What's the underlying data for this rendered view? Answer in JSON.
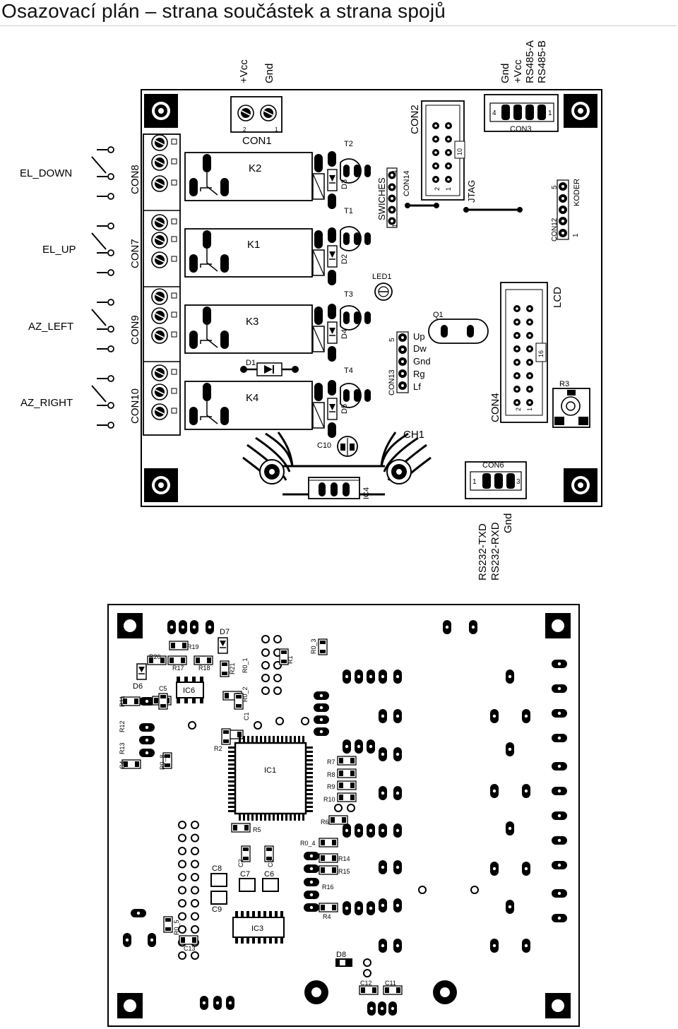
{
  "title": "Osazovací plán – strana součástek a strana spojů",
  "colors": {
    "ink": "#000000",
    "paper": "#ffffff",
    "rule": "#cfcfcf"
  },
  "top": {
    "power": [
      "+Vcc",
      "Gnd"
    ],
    "rs485": [
      "Gnd",
      "+Vcc",
      "RS485-A",
      "RS485-B"
    ],
    "rs232": [
      "RS232-TXD",
      "RS232-RXD",
      "Gnd"
    ],
    "switches": [
      "EL_DOWN",
      "EL_UP",
      "AZ_LEFT",
      "AZ_RIGHT"
    ],
    "cons": [
      "CON8",
      "CON7",
      "CON9",
      "CON10"
    ],
    "relays": [
      "K2",
      "K1",
      "K3",
      "K4"
    ],
    "diodes": [
      "D3",
      "D2",
      "D4",
      "D5"
    ],
    "transistors": [
      "T2",
      "T1",
      "T3",
      "T4"
    ],
    "labels": {
      "con1": "CON1",
      "con2": "CON2",
      "con3": "CON3",
      "con4": "CON4",
      "con6": "CON6",
      "con12": "CON12",
      "con13": "CON13",
      "con14": "CON14",
      "swiches": "SWICHES",
      "jtag": "JTAG",
      "koder": "KODER",
      "lcd": "LCD",
      "led1": "LED1",
      "q1": "Q1",
      "d1": "D1",
      "r3": "R3",
      "ch1": "CH1",
      "c10": "C10",
      "ic4": "IC4"
    },
    "con13_pins": [
      "Up",
      "Dw",
      "Gnd",
      "Rg",
      "Lf"
    ],
    "pin_nums": {
      "one": "1",
      "two": "2",
      "three": "3",
      "four": "4",
      "five": "5",
      "ten": "10",
      "sixteen": "16"
    }
  },
  "bottom": {
    "labels": {
      "d7": "D7",
      "d6": "D6",
      "d8": "D8",
      "r19": "R19",
      "r20": "R20",
      "r17": "R17",
      "r18": "R18",
      "r21": "R21",
      "r0_1": "R0_1",
      "r0_2": "R0_2",
      "r0_3": "R0_3",
      "r1": "R1",
      "ic6": "IC6",
      "c5": "C5",
      "r11": "R11",
      "r12": "R12",
      "r13": "R13",
      "c4": "C4",
      "r0_8": "R0_8",
      "c1": "C1",
      "r2": "R2",
      "ic1": "IC1",
      "r7": "R7",
      "r8": "R8",
      "r9": "R9",
      "r10": "R10",
      "r6": "R6",
      "r5": "R5",
      "r0_4": "R0_4",
      "r14": "R14",
      "r15": "R15",
      "r16": "R16",
      "r4": "R4",
      "c2": "C2",
      "c3": "C3",
      "c8": "C8",
      "c7": "C7",
      "c6": "C6",
      "c9": "C9",
      "ic3": "IC3",
      "r0_5": "R0_5",
      "c13": "C13",
      "c12": "C12",
      "c11": "C11"
    }
  }
}
